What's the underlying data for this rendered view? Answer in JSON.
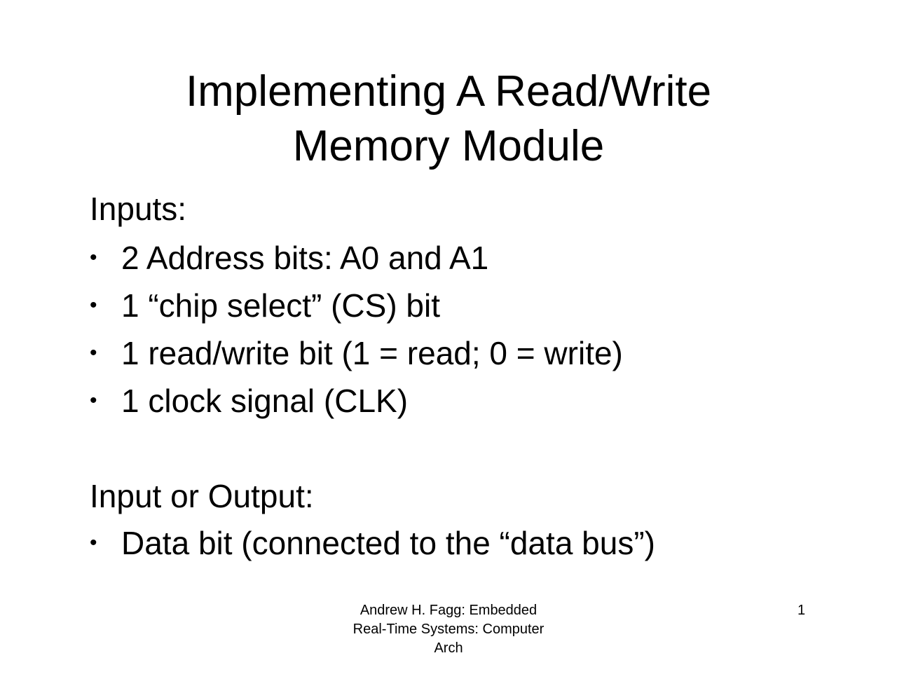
{
  "title": {
    "line1": "Implementing A Read/Write",
    "line2": "Memory Module"
  },
  "inputs": {
    "heading": "Inputs:",
    "items": [
      "2 Address bits: A0 and A1",
      "1 “chip select” (CS) bit",
      "1 read/write bit (1 = read; 0 = write)",
      "1 clock signal (CLK)"
    ]
  },
  "input_output": {
    "heading": "Input or Output:",
    "items": [
      "Data bit (connected to the “data bus”)"
    ]
  },
  "bullet_glyph": "•",
  "footer": {
    "credit_line1": "Andrew H. Fagg: Embedded",
    "credit_line2": "Real-Time Systems: Computer",
    "credit_line3": "Arch",
    "page_number": "1"
  }
}
